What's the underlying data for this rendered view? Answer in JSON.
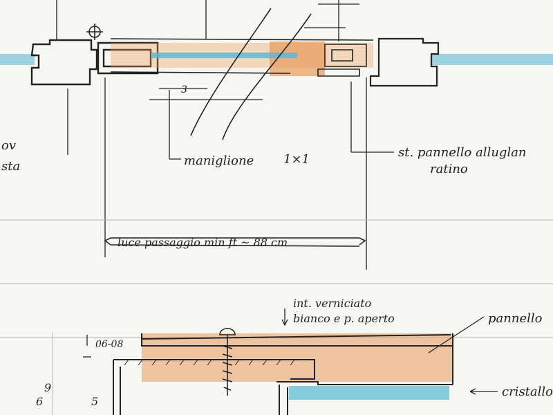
{
  "colors": {
    "paper": "#f7f7f2",
    "ink": "#222222",
    "pencil": "#8a8a8a",
    "wood": "#e79a5c",
    "glass": "#58b7d6",
    "fill_light": "#f3c9a6"
  },
  "labels": {
    "left_top_fragment": "ov",
    "left_bottom_fragment": "sta",
    "dimension_3": "3",
    "handle_label": "maniglione",
    "handle_section": "1×1",
    "right_top": "st. pannello alluglan",
    "right_bottom": "ratino",
    "span_label": "luce passaggio min ft ~ 88 cm",
    "interior_line1": "int. verniciato",
    "interior_line2": "bianco e p. aperto",
    "dim_top_small": "06-08",
    "panel_label": "pannello",
    "cristallo_label": "cristallo",
    "dim_left_a": "6",
    "dim_left_b": "9",
    "dim_left_c": "5"
  },
  "icons": {
    "crosshair": "crosshair-symbol",
    "screw": "screw-icon"
  }
}
